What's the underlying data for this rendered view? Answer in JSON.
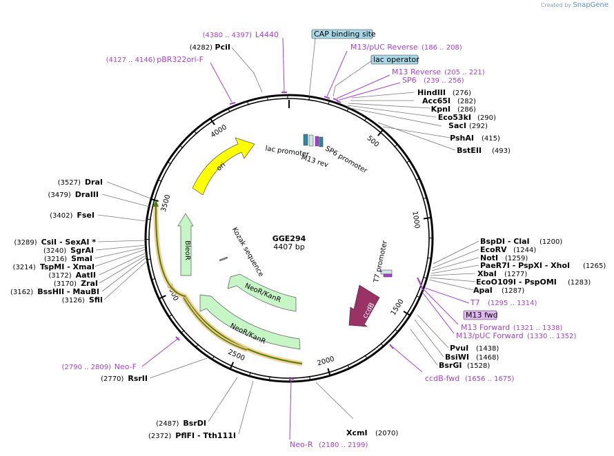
{
  "credit": {
    "prefix": "Created by",
    "brand": "SnapGene"
  },
  "plasmid": {
    "name": "GGE294",
    "length_label": "4407 bp",
    "length": 4407
  },
  "ticks": [
    "500",
    "1000",
    "1500",
    "2000",
    "2500",
    "3000",
    "3500",
    "4000"
  ],
  "boxed": [
    {
      "text": "CAP binding site",
      "fill": "#a9d8e6"
    },
    {
      "text": "lac operator",
      "fill": "#a9d8e6"
    },
    {
      "text": "M13 fwd",
      "fill": "#e3b7f2"
    }
  ],
  "enzymes_top": [
    {
      "name": "PciI",
      "pos": "(4282)"
    },
    {
      "name": "HindIII",
      "pos": "(276)"
    },
    {
      "name": "Acc65I",
      "pos": "(282)"
    },
    {
      "name": "KpnI",
      "pos": "(286)"
    },
    {
      "name": "Eco53kI",
      "pos": "(290)"
    },
    {
      "name": "SacI",
      "pos": "(292)"
    },
    {
      "name": "PshAI",
      "pos": "(415)"
    },
    {
      "name": "BstEII",
      "pos": "(493)"
    }
  ],
  "enzymes_right": [
    {
      "name": "BspDI  - ClaI",
      "pos": "(1200)"
    },
    {
      "name": "EcoRV",
      "pos": "(1244)"
    },
    {
      "name": "NotI",
      "pos": "(1259)"
    },
    {
      "name": "PaeR7I  - PspXI  - XhoI",
      "pos": "(1265)"
    },
    {
      "name": "XbaI",
      "pos": "(1277)"
    },
    {
      "name": "EcoO109I  - PspOMI",
      "pos": "(1283)"
    },
    {
      "name": "ApaI",
      "pos": "(1287)"
    },
    {
      "name": "PvuI",
      "pos": "(1438)"
    },
    {
      "name": "BsiWI",
      "pos": "(1468)"
    },
    {
      "name": "BsrGI",
      "pos": "(1528)"
    },
    {
      "name": "XcmI",
      "pos": "(2070)"
    }
  ],
  "enzymes_left": [
    {
      "name": "DraI",
      "pos": "(3527)"
    },
    {
      "name": "DraIII",
      "pos": "(3479)"
    },
    {
      "name": "FseI",
      "pos": "(3402)"
    },
    {
      "name": "CsiI  - SexAI *",
      "pos": "(3289)"
    },
    {
      "name": "SgrAI",
      "pos": "(3240)"
    },
    {
      "name": "SmaI",
      "pos": "(3216)"
    },
    {
      "name": "TspMI  - XmaI",
      "pos": "(3214)"
    },
    {
      "name": "AatII",
      "pos": "(3172)"
    },
    {
      "name": "ZraI",
      "pos": "(3170)"
    },
    {
      "name": "BssHII  - MauBI",
      "pos": "(3162)"
    },
    {
      "name": "SfiI",
      "pos": "(3126)"
    },
    {
      "name": "RsrII",
      "pos": "(2770)"
    },
    {
      "name": "BsrDI",
      "pos": "(2487)"
    },
    {
      "name": "PflFI  - Tth111I",
      "pos": "(2372)"
    }
  ],
  "primers": [
    {
      "name": "L4440",
      "pos": "(4380 .. 4397)"
    },
    {
      "name": "pBR322ori-F",
      "pos": "(4127 .. 4146)"
    },
    {
      "name": "M13/pUC Reverse",
      "pos": "(186 .. 208)"
    },
    {
      "name": "M13 Reverse",
      "pos": "(205 .. 221)"
    },
    {
      "name": "SP6",
      "pos": "(239 .. 256)"
    },
    {
      "name": "T7",
      "pos": "(1295 .. 1314)"
    },
    {
      "name": "M13 Forward",
      "pos": "(1321 .. 1338)"
    },
    {
      "name": "M13/pUC Forward",
      "pos": "(1330 .. 1352)"
    },
    {
      "name": "ccdB-fwd",
      "pos": "(1656 .. 1675)"
    },
    {
      "name": "Neo-F",
      "pos": "(2790 .. 2809)"
    },
    {
      "name": "Neo-R",
      "pos": "(2180 .. 2199)"
    }
  ],
  "features": {
    "ori": "ori",
    "bleo": "BleoR",
    "neo1": "NeoR/KanR",
    "neo2": "NeoR/KanR",
    "ccdb": "ccdB",
    "kozak": "Kozak sequence",
    "lacprom": "lac promoter",
    "sp6prom": "SP6 promoter",
    "m13rev": "M13 rev",
    "t7prom": "T7 promoter"
  },
  "colors": {
    "ori": "#ffff00",
    "marker": "#c6f5c6",
    "ccdb": "#993366",
    "primer": "#a63fd1",
    "highlight": "#f5c880",
    "orf": "#4a7d10"
  }
}
